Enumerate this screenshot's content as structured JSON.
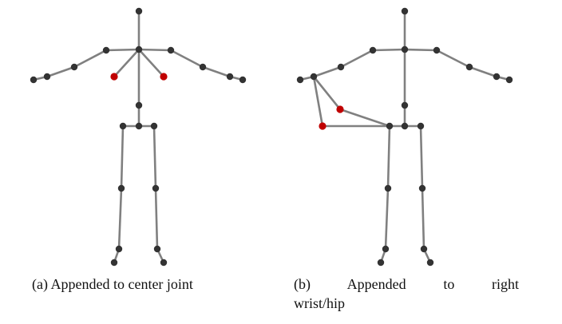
{
  "captions": {
    "a": "(a) Appended to center joint",
    "b_line1": "(b)   Appended   to   right",
    "b_line2": "wrist/hip"
  },
  "colors": {
    "bone": "#808080",
    "joint": "#333333",
    "appended_joint": "#c00000"
  }
}
